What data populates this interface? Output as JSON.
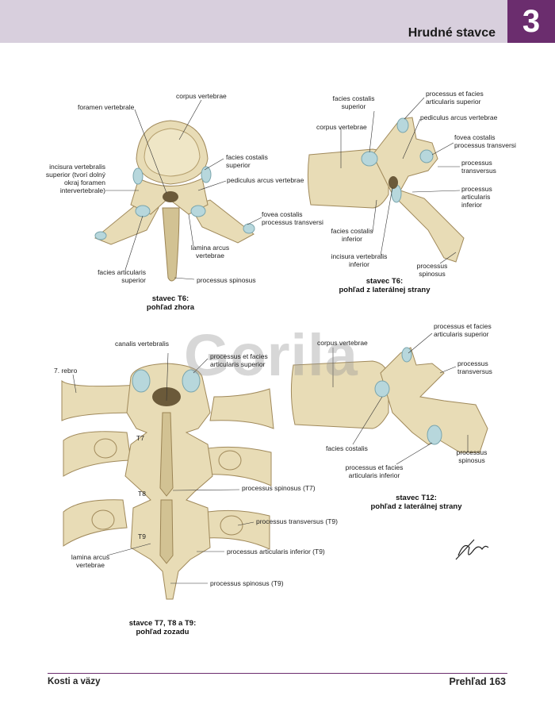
{
  "header": {
    "section_title": "Hrudné stavce",
    "chapter_number": "3"
  },
  "watermark": "Gorila",
  "figures": {
    "t6_top": {
      "caption_line1": "stavec T6:",
      "caption_line2": "pohľad zhora",
      "labels": {
        "corpus_vertebrae": "corpus vertebrae",
        "foramen_vertebrale": "foramen vertebrale",
        "incisura_l1": "incisura vertebralis",
        "incisura_l2": "superior (tvorí dolný",
        "incisura_l3": "okraj foramen",
        "incisura_l4": "intervertebrale)",
        "facies_costalis_l1": "facies costalis",
        "facies_costalis_l2": "superior",
        "pediculus": "pediculus arcus vertebrae",
        "fovea_l1": "fovea costalis",
        "fovea_l2": "processus transversi",
        "lamina_l1": "lamina arcus",
        "lamina_l2": "vertebrae",
        "facies_art_l1": "facies articularis",
        "facies_art_l2": "superior",
        "spinosus": "processus spinosus"
      }
    },
    "t6_lateral": {
      "caption_line1": "stavec T6:",
      "caption_line2": "pohľad z laterálnej strany",
      "labels": {
        "proc_facies_l1": "processus et facies",
        "proc_facies_l2": "articularis superior",
        "facies_cost_sup_l1": "facies costalis",
        "facies_cost_sup_l2": "superior",
        "pediculus": "pediculus arcus vertebrae",
        "corpus_vertebrae": "corpus vertebrae",
        "fovea_l1": "fovea costalis",
        "fovea_l2": "processus transversi",
        "transversus_l1": "processus",
        "transversus_l2": "transversus",
        "art_inf_l1": "processus",
        "art_inf_l2": "articularis",
        "art_inf_l3": "inferior",
        "facies_cost_inf_l1": "facies costalis",
        "facies_cost_inf_l2": "inferior",
        "incisura_inf_l1": "incisura vertebralis",
        "incisura_inf_l2": "inferior",
        "spinosus_l1": "processus",
        "spinosus_l2": "spinosus"
      }
    },
    "t7_t9": {
      "caption_line1": "stavce T7, T8 a T9:",
      "caption_line2": "pohľad zozadu",
      "labels": {
        "canalis": "canalis vertebralis",
        "proc_facies_l1": "processus et facies",
        "proc_facies_l2": "articularis superior",
        "rebro": "7. rebro",
        "t7": "T7",
        "t8": "T8",
        "t9": "T9",
        "spinosus_t7": "processus spinosus (T7)",
        "transversus_t9": "processus transversus (T9)",
        "art_inf_t9": "processus articularis inferior (T9)",
        "lamina_l1": "lamina arcus",
        "lamina_l2": "vertebrae",
        "spinosus_t9": "processus spinosus (T9)"
      }
    },
    "t12_lateral": {
      "caption_line1": "stavec T12:",
      "caption_line2": "pohľad z laterálnej strany",
      "labels": {
        "corpus_vertebrae": "corpus vertebrae",
        "proc_facies_l1": "processus et facies",
        "proc_facies_l2": "articularis superior",
        "transversus_l1": "processus",
        "transversus_l2": "transversus",
        "facies_costalis": "facies costalis",
        "spinosus_l1": "processus",
        "spinosus_l2": "spinosus",
        "art_inf_l1": "processus et facies",
        "art_inf_l2": "articularis inferior"
      }
    }
  },
  "signature": "F. Netter M.D.",
  "footer": {
    "left": "Kosti a väzy",
    "right": "Prehľad 163"
  }
}
